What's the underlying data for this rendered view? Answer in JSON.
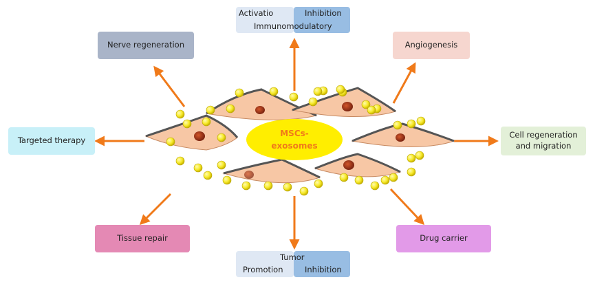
{
  "center": {
    "line1": "MSCs-",
    "line2": "exosomes"
  },
  "nodes": {
    "immunomodulatory": {
      "left_label": "Activatio",
      "right_label": "Inhibition",
      "caption": "Immunomodulatory"
    },
    "nerve": "Nerve regeneration",
    "angiogenesis": "Angiogenesis",
    "targeted": "Targeted therapy",
    "cell_regen": {
      "line1": "Cell regeneration",
      "line2": "and migration"
    },
    "tissue": "Tissue repair",
    "drug": "Drug carrier",
    "tumor": {
      "caption": "Tumor",
      "left_label": "Promotion",
      "right_label": "Inhibition"
    }
  },
  "colors": {
    "arrow": "#f07a1a",
    "center": "#ffee00",
    "center_text": "#f07a1a",
    "nerve": "#a9b4c8",
    "angiogenesis": "#f6d6cf",
    "targeted": "#c8f0f8",
    "cell_regen": "#e3f0d8",
    "tissue": "#e489b4",
    "drug": "#e29ae8",
    "split_light": "#dfe8f4",
    "split_dark": "#98bde3",
    "cell_body": "#f7c7a5",
    "nucleus": "#a0381a",
    "exosome": "#f7ea2a"
  }
}
